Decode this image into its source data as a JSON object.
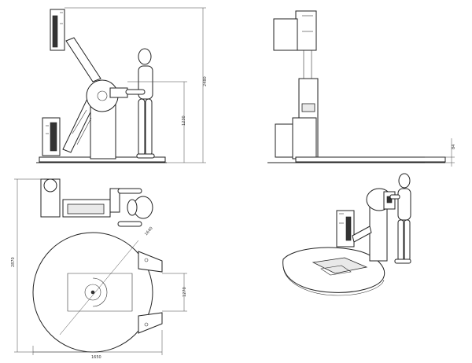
{
  "dimensions": {
    "overall_height": "2480",
    "table_height": "1230",
    "total_depth": "2870",
    "turntable_diameter": "1640",
    "base_width": "1650",
    "slot_width": "1270",
    "platform_height": "84"
  }
}
